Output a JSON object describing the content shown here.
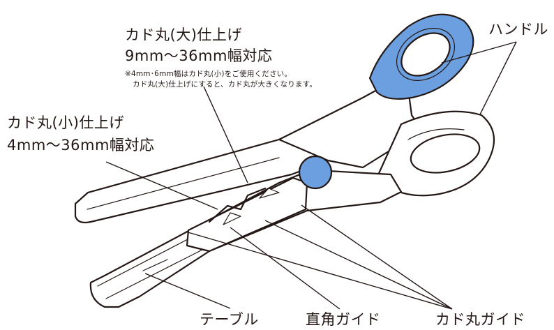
{
  "labels": {
    "large_round_title": "カド丸(大)仕上げ",
    "large_round_range": "9mm〜36mm幅対応",
    "note_line1": "※4mm･6mm幅はカド丸(小)をご使用ください。",
    "note_line2": "カド丸(大)仕上げにすると、カド丸が大きくなります。",
    "small_round_title": "カド丸(小)仕上げ",
    "small_round_range": "4mm〜36mm幅対応",
    "handle": "ハンドル",
    "table": "テーブル",
    "right_angle_guide": "直角ガイド",
    "round_corner_guide": "カド丸ガイド"
  },
  "colors": {
    "accent_blue": "#6b9fe0",
    "outline": "#231815",
    "background": "#ffffff"
  }
}
